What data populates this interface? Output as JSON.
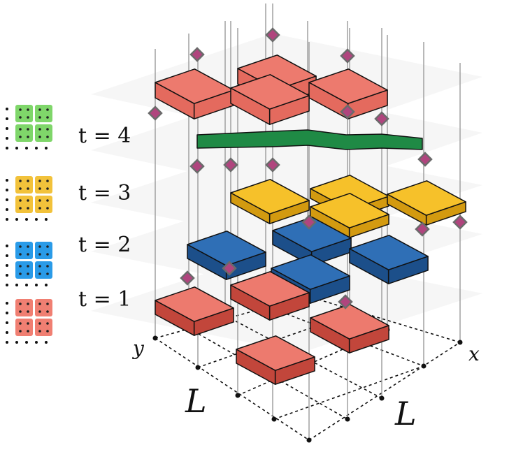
{
  "labels": {
    "t4": "t = 4",
    "t3": "t = 3",
    "t2": "t = 2",
    "t1": "t = 1",
    "y_axis": "y",
    "x_axis": "x",
    "L_left": "L",
    "L_right": "L"
  },
  "colors": {
    "red_face": "#e46a5e",
    "red_top": "#ed7a6e",
    "red_side": "#c2463b",
    "blue_top": "#2f6fb6",
    "blue_side": "#1c4f8a",
    "yellow_top": "#f6c12a",
    "yellow_side": "#d39a10",
    "green_top": "#1f8a45",
    "green_side": "#156b33",
    "diamond": "#b0457e",
    "diamond_edge": "#6b6b6b",
    "legend_green": "#7fd66a",
    "legend_yellow": "#f2c23b",
    "legend_blue": "#2a9be8",
    "legend_red": "#f07f72"
  },
  "legend": [
    {
      "color": "legend_green",
      "icon": "green-block-icon"
    },
    {
      "color": "legend_yellow",
      "icon": "yellow-block-icon"
    },
    {
      "color": "legend_blue",
      "icon": "blue-block-icon"
    },
    {
      "color": "legend_red",
      "icon": "red-block-icon"
    }
  ]
}
